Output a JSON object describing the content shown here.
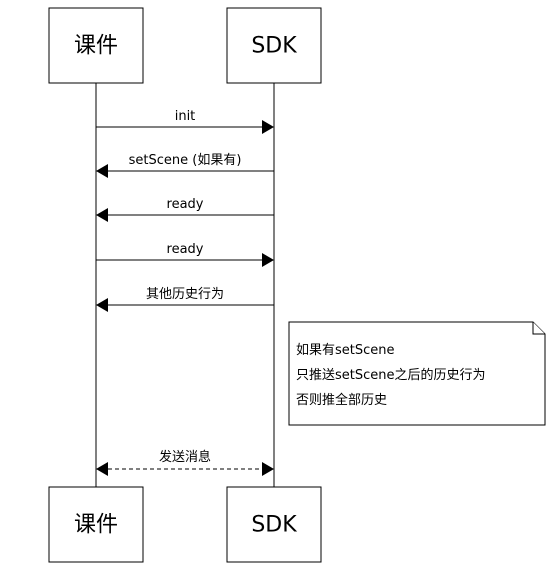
{
  "participants": {
    "left": {
      "label": "课件"
    },
    "right": {
      "label": "SDK"
    }
  },
  "messages": [
    {
      "label": "init",
      "direction": "right",
      "style": "solid"
    },
    {
      "label": "setScene (如果有)",
      "direction": "left",
      "style": "solid"
    },
    {
      "label": "ready",
      "direction": "left",
      "style": "solid"
    },
    {
      "label": "ready",
      "direction": "right",
      "style": "solid"
    },
    {
      "label": "其他历史行为",
      "direction": "left",
      "style": "solid"
    },
    {
      "label": "发送消息",
      "direction": "both",
      "style": "dashed"
    }
  ],
  "note": {
    "lines": [
      "如果有setScene",
      "只推送setScene之后的历史行为",
      "否则推全部历史"
    ]
  }
}
